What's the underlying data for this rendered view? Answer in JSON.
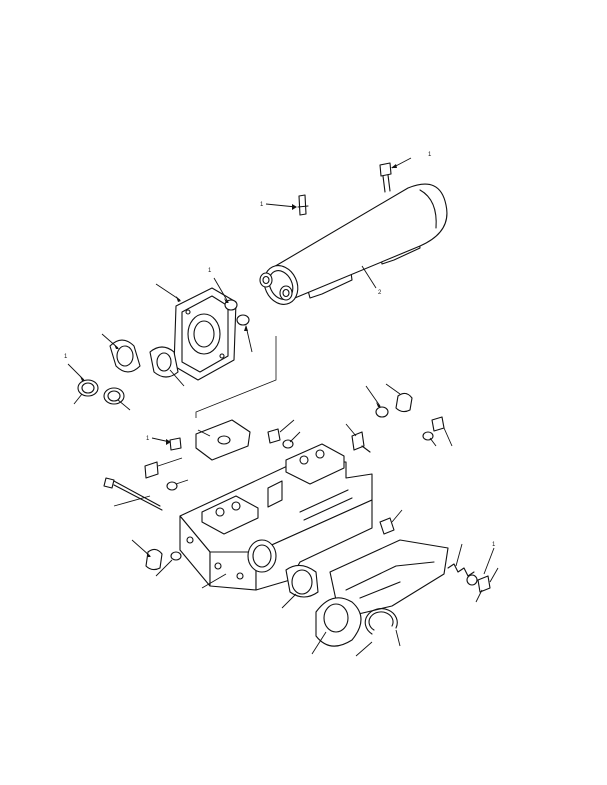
{
  "callouts": {
    "c1": "1",
    "c2": "1",
    "c3": "2",
    "c4": "1",
    "c5": "1",
    "c6": "1",
    "c7": "1"
  },
  "colors": {
    "ink": "#111111",
    "paper": "#ffffff"
  }
}
